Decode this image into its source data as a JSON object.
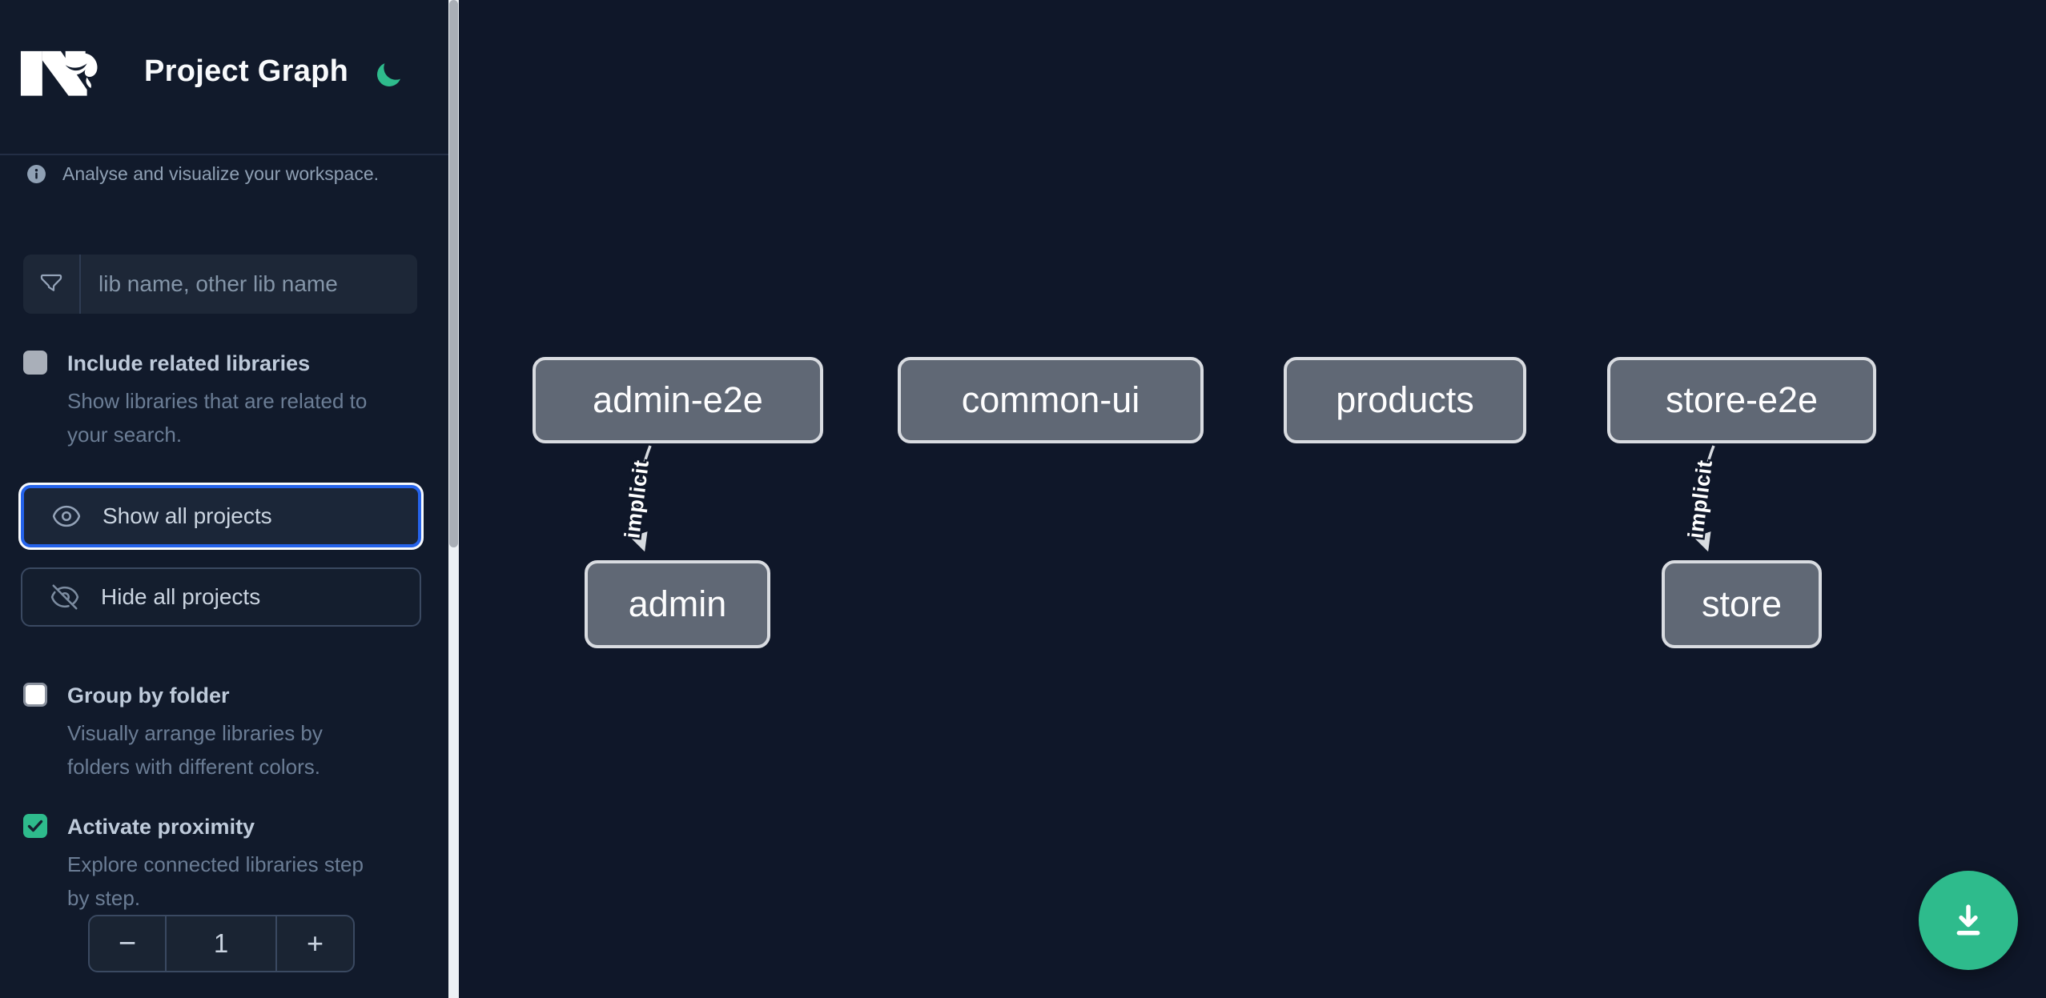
{
  "app": {
    "title": "Project Graph"
  },
  "sidebar": {
    "tagline": "Analyse and visualize your workspace.",
    "search": {
      "placeholder": "lib name, other lib name"
    },
    "checkboxes": [
      {
        "label": "Include related libraries",
        "checked": false,
        "description_lines": [
          "Show libraries that are related to",
          "your search."
        ]
      },
      {
        "label": "Group by folder",
        "checked": false,
        "description_lines": [
          "Visually arrange libraries by",
          "folders with different colors."
        ]
      },
      {
        "label": "Activate proximity",
        "checked": true,
        "description_lines": [
          "Explore connected libraries step",
          "by step."
        ]
      }
    ],
    "buttons": [
      {
        "label": "Show all projects",
        "icon": "eye-icon",
        "focused": true
      },
      {
        "label": "Hide all projects",
        "icon": "eye-off-icon",
        "focused": false
      }
    ],
    "stepper": {
      "decrement_label": "−",
      "value": "1",
      "increment_label": "+"
    }
  },
  "graph": {
    "nodes": [
      {
        "id": "admin-e2e",
        "label": "admin-e2e"
      },
      {
        "id": "common-ui",
        "label": "common-ui"
      },
      {
        "id": "products",
        "label": "products"
      },
      {
        "id": "store-e2e",
        "label": "store-e2e"
      },
      {
        "id": "admin",
        "label": "admin"
      },
      {
        "id": "store",
        "label": "store"
      }
    ],
    "edges": [
      {
        "source": "admin-e2e",
        "target": "admin",
        "label": "implicit"
      },
      {
        "source": "store-e2e",
        "target": "store",
        "label": "implicit"
      }
    ]
  },
  "colors": {
    "accent_green": "#2ebb8c",
    "focus_blue": "#2563eb",
    "node_fill": "#606875",
    "node_border": "#d9dce1",
    "edge": "#d7dbe0",
    "background": "#0f1729"
  }
}
